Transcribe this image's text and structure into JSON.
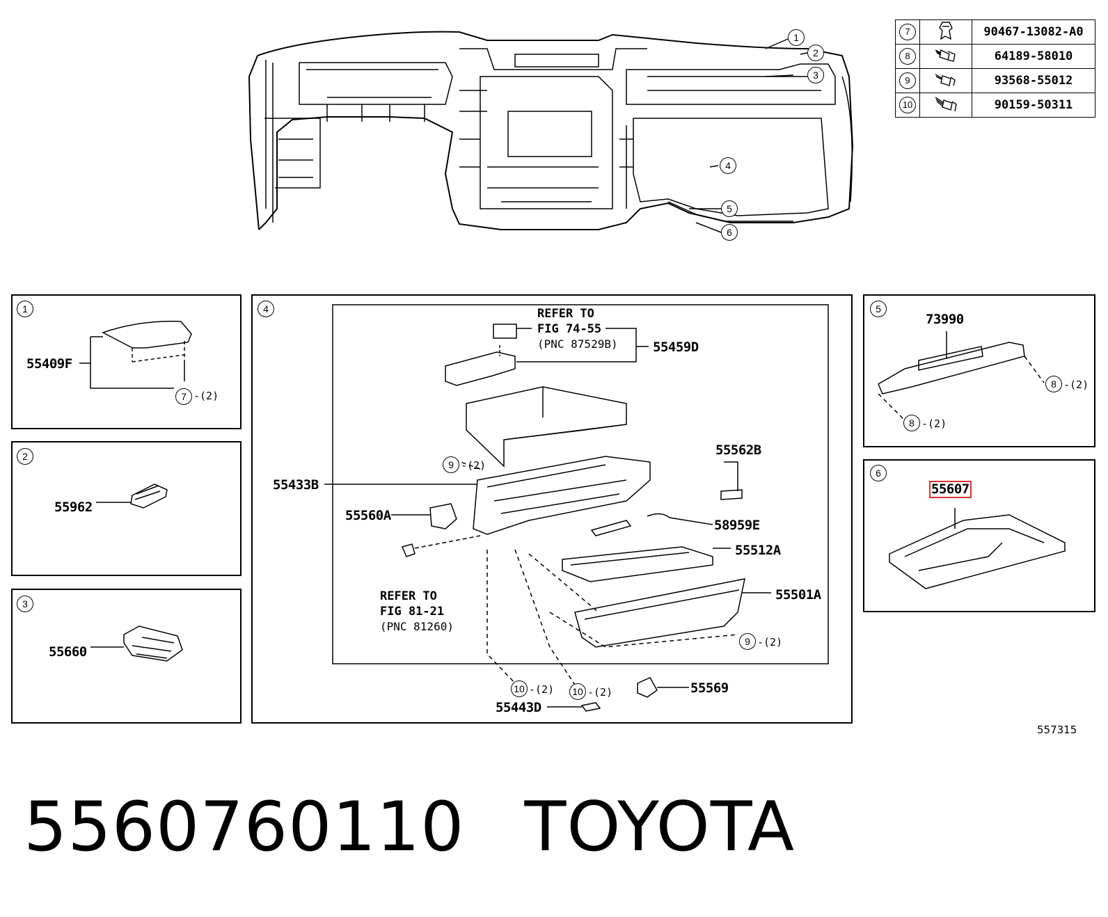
{
  "legend": [
    {
      "ref": "7",
      "part": "90467-13082-A0",
      "icon": "clip-icon"
    },
    {
      "ref": "8",
      "part": "64189-58010",
      "icon": "screw-icon"
    },
    {
      "ref": "9",
      "part": "93568-55012",
      "icon": "screw-icon"
    },
    {
      "ref": "10",
      "part": "90159-50311",
      "icon": "screw-icon"
    }
  ],
  "overview_callouts": [
    "1",
    "2",
    "3",
    "4",
    "5",
    "6"
  ],
  "panel1": {
    "num": "1",
    "part": "55409F",
    "qty_ref": "7",
    "qty": "-(2)"
  },
  "panel2": {
    "num": "2",
    "part": "55962"
  },
  "panel3": {
    "num": "3",
    "part": "55660"
  },
  "panel4": {
    "num": "4",
    "refer1": {
      "line1": "REFER TO",
      "line2": "FIG 74-55",
      "line3": "(PNC 87529B)"
    },
    "refer2": {
      "line1": "REFER TO",
      "line2": "FIG 81-21",
      "line3": "(PNC 81260)"
    },
    "parts": {
      "p55459D": "55459D",
      "p55433B": "55433B",
      "p55562B": "55562B",
      "p55560A": "55560A",
      "p58959E": "58959E",
      "p55512A": "55512A",
      "p55501A": "55501A",
      "p55569": "55569",
      "p55443D": "55443D"
    },
    "callouts": [
      {
        "ref": "9",
        "qty": "-(2)"
      },
      {
        "ref": "9",
        "qty": "-(2)"
      },
      {
        "ref": "10",
        "qty": "-(2)"
      },
      {
        "ref": "10",
        "qty": "-(2)"
      }
    ]
  },
  "panel5": {
    "num": "5",
    "part": "73990",
    "callouts": [
      {
        "ref": "8",
        "qty": "-(2)"
      },
      {
        "ref": "8",
        "qty": "-(2)"
      }
    ]
  },
  "panel6": {
    "num": "6",
    "part": "55607"
  },
  "figure_number": "557315",
  "title": {
    "part_number": "5560760110",
    "brand": "TOYOTA"
  },
  "colors": {
    "highlight": "#e03030",
    "line": "#000000",
    "background": "#ffffff"
  }
}
